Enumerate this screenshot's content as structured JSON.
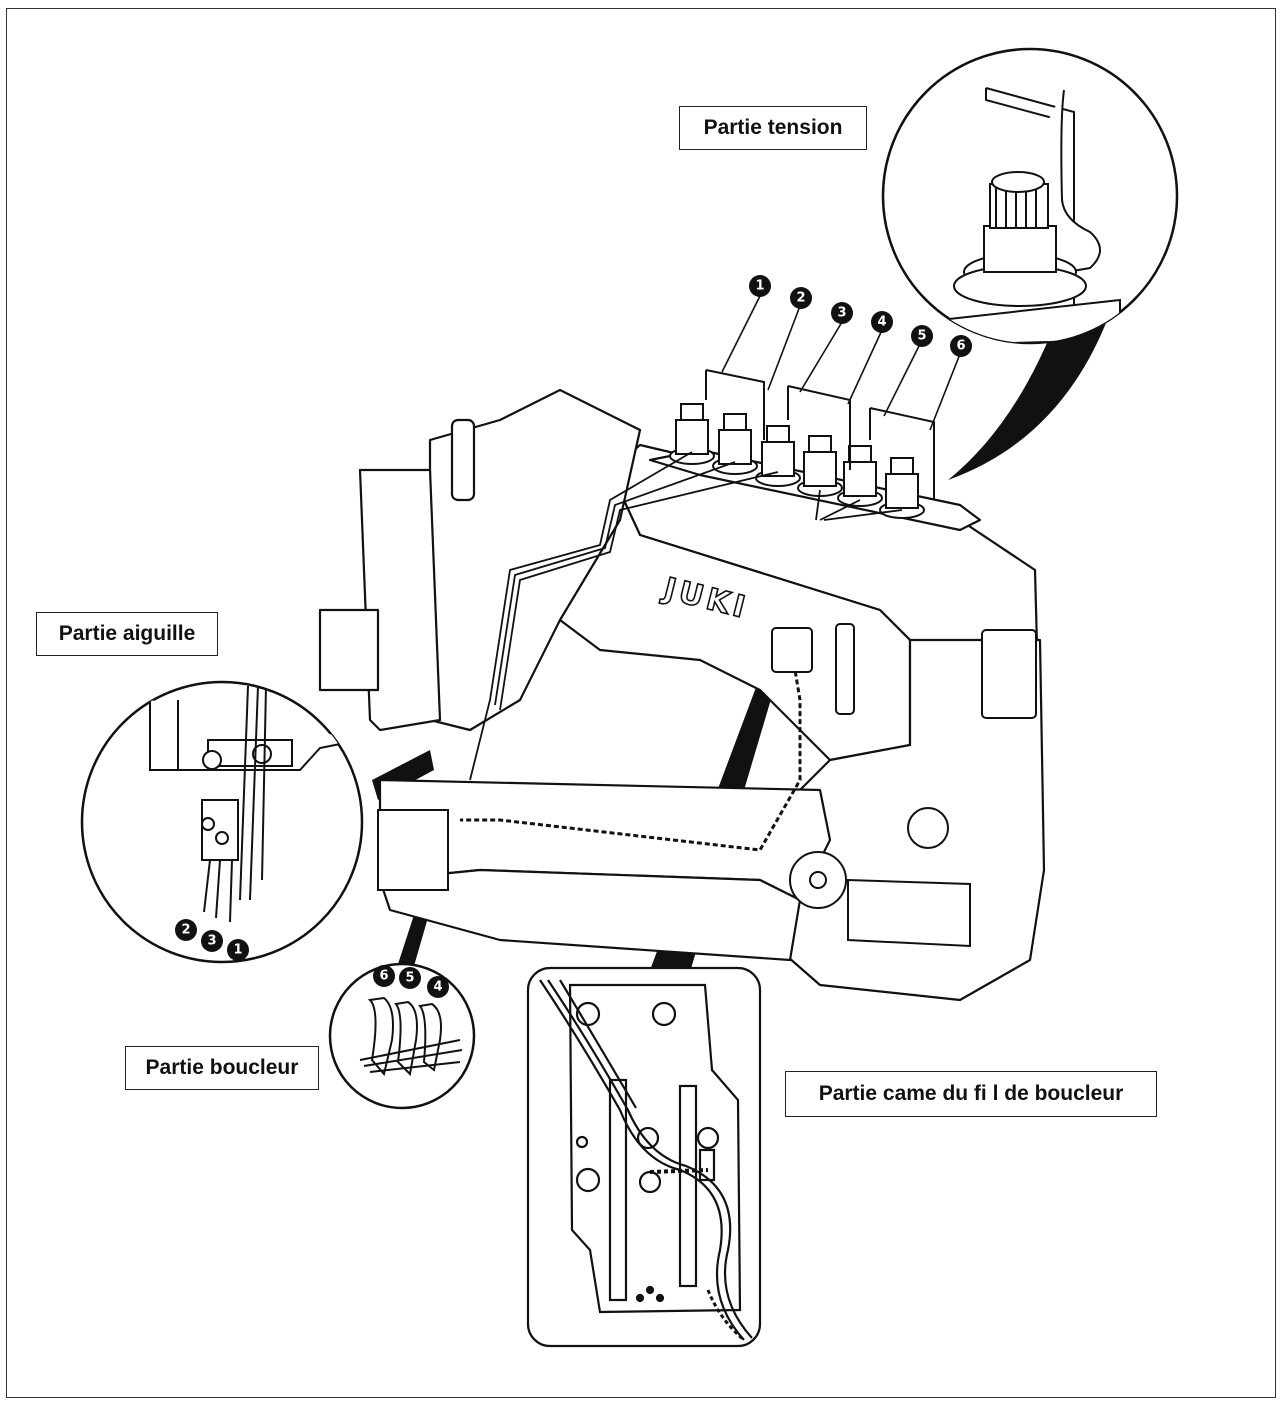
{
  "labels": {
    "tension": "Partie tension",
    "aiguille": "Partie aiguille",
    "boucleur": "Partie boucleur",
    "came": "Partie came du fi l de boucleur"
  },
  "brand": "JUKI",
  "tension_numbers": [
    "1",
    "2",
    "3",
    "4",
    "5",
    "6"
  ],
  "needle_numbers": [
    "2",
    "3",
    "1"
  ],
  "looper_numbers": [
    "6",
    "5",
    "4"
  ],
  "colors": {
    "line": "#111111",
    "background": "#ffffff"
  }
}
